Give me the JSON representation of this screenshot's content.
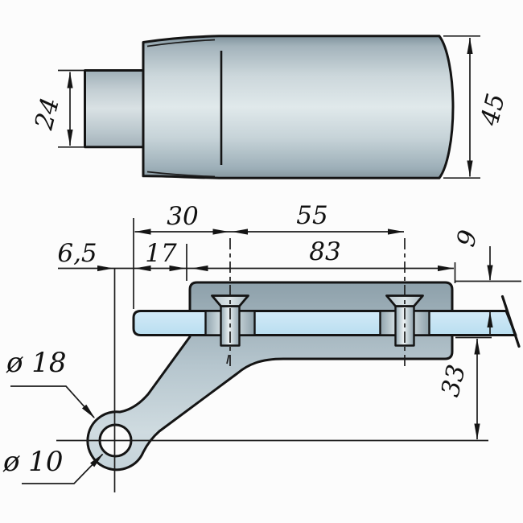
{
  "drawing_title": "shelf-bracket-technical-drawing",
  "colors": {
    "background": "#fcfcfc",
    "outline": "#141414",
    "metal_light": "#e0e9eb",
    "metal_dark": "#8da0aa",
    "glass_blue": "#c7e4f3"
  },
  "side_view": {
    "shaft_width_label": "24",
    "body_diameter_label": "45"
  },
  "front_view": {
    "center_offset_label": "6,5",
    "glass_edge_to_plate_label": "17",
    "glass_edge_to_screw_label": "30",
    "screw_spacing_label": "55",
    "plate_length_label": "83",
    "plate_top_thickness_label": "9",
    "glass_to_ring_center_label": "33",
    "ring_outer_diameter_label": "ø 18",
    "ring_hole_diameter_label": "ø 10"
  }
}
